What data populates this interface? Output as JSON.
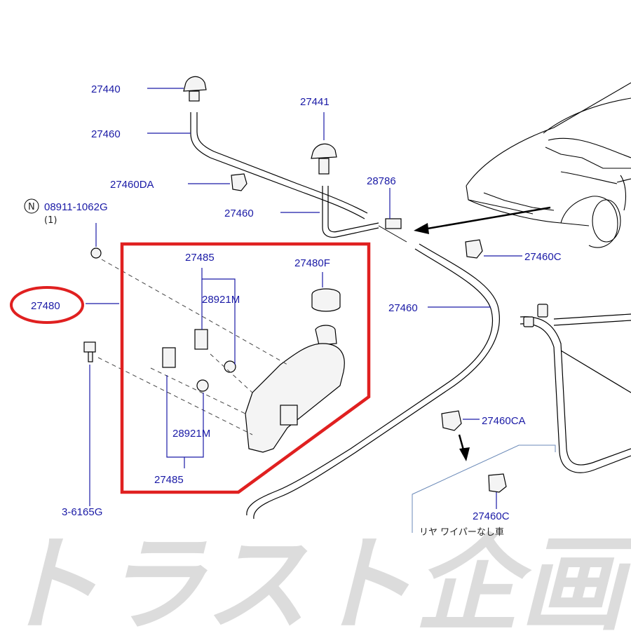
{
  "colors": {
    "label": "#1a1aa6",
    "highlight": "#e02020",
    "watermark": "#d8d8d8"
  },
  "labels": {
    "p27440": "27440",
    "p27460_a": "27460",
    "p27441": "27441",
    "p27460DA": "27460DA",
    "p28786": "28786",
    "p08911": "08911-1062G",
    "qty": "(1)",
    "n_symbol": "N",
    "p27460_b": "27460",
    "p27460C_a": "27460C",
    "p27485_top": "27485",
    "p27480F": "27480F",
    "p28921M_top": "28921M",
    "p27480": "27480",
    "p27460_c": "27460",
    "p28921M_bottom": "28921M",
    "p27485_bottom": "27485",
    "p27460CA": "27460CA",
    "p27460C_b": "27460C",
    "bolt": "3-6165G",
    "note": "リヤ ワイパーなし車"
  },
  "watermark_text": "トラスト企画"
}
